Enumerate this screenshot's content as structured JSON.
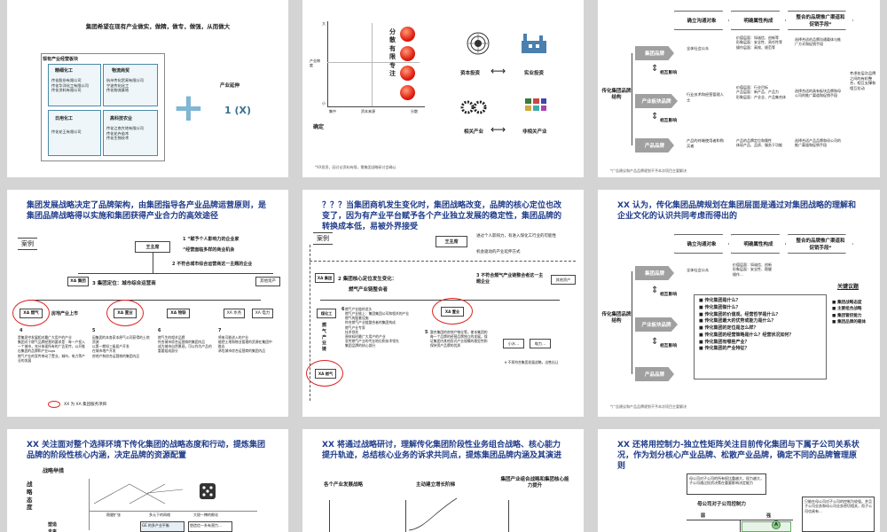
{
  "s1": {
    "title": "集团希望在现有产业做实，做精，做专，做强，从而做大",
    "panel_label": "现有产业经营板块",
    "pieces": [
      {
        "name": "精细化工",
        "lines": [
          "传化股份有限公司",
          "传化华洋化工有限公司",
          "传化涂料有限公司"
        ]
      },
      {
        "name": "物流商贸",
        "lines": [
          "杭州传化贸易有限公司",
          "宁波传化化工",
          "传化物流基地"
        ]
      },
      {
        "name": "日用化工",
        "lines": [
          "传化花王有限公司"
        ]
      },
      {
        "name": "高科技农业",
        "lines": [
          "传化江南大地有限公司",
          "传化花卉苗木",
          "传化生物技术"
        ]
      }
    ],
    "plus": "+",
    "ext_label": "产业延伸",
    "ext_value": "1 (X)"
  },
  "s2": {
    "y_label": "产业跨度",
    "y_high": "大",
    "y_low": "小",
    "x_low": "集中",
    "x_mid": "资本来源",
    "x_high": "分散",
    "vertical_text": "分散有限专注",
    "confirm": "确定",
    "capital": "资本投资",
    "industry": "实业投资",
    "related": "相关产业",
    "unrelated": "非相关产业",
    "note": "*XX投资，因讨论资料有限，需集团战略研讨会确认"
  },
  "s3": {
    "chevrons": [
      "确立沟通对象",
      "明确属性构成",
      "整合的品牌推广渠道和促销手段*"
    ],
    "left": "传化集团品牌结构",
    "rows": [
      "集团品牌",
      "产业板块品牌",
      "产品品牌"
    ],
    "rel": "相互影响",
    "c1": [
      "全体社会公众",
      "行业技术和经营管理人士",
      "产品的终端使用者和购买者"
    ],
    "c2": [
      "价值层面：如诚信、创新等\n形象层面：安全性、责任性等\n操作层面：高效、规范等",
      "价值层面：行业目标\n产品层面：新产品、产品力\n形象层面：产业全、产品集合体",
      "产品的品牌定位和属性\n体现产品、品质、服务于功能"
    ],
    "c3": [
      "选择合适的品牌沟通载体与推广方式和促销手段",
      "选择合适的具有板块品牌和母公司的推广渠道和促销手段",
      "选择合适产品品牌和母公司的推广渠道和促销手段"
    ],
    "c4": "考虑各层次品牌之间的有机整合，相互支撑和相互拉动",
    "foot": "*广告建议和产品品牌规划不予本次项目主要解决"
  },
  "s4": {
    "title": "集团发展战略决定了品牌架构，由集团指导各产业品牌运营原则，是集团品牌战略得以实施和集团获得产业合力的高效途径",
    "example": "案例",
    "notes": [
      "“赋予个人影响力的企业家",
      "“经营面临多样的商业机会"
    ],
    "top_box": "王主席",
    "step2": "不符合城市综合运营商这一主题的企业",
    "step3": "集团定位：城市综合运营商",
    "xa_group": "XA 集团",
    "other": "其他资产",
    "mid_label": "房地产业上市",
    "subs": [
      "XA 燃气",
      "XA 置业",
      "XA 物联",
      "XA 水务",
      "XA 电力"
    ],
    "nums": [
      "4",
      "5",
      "6",
      "7"
    ],
    "col_notes": [
      "是集团中发展相对最广大用户的产业\n集团对于燃气品牌经营的要求是：每一户投入一个城市，充分体现所有的广告宣传，公开推出集团的品牌和产业logo\n燃气产业的宣传带动了置业，城市，电力等产业的发展",
      "因集团的本各家本原气公司获得的土地资源\n以第一期如三级居产开发\n在城市地产开发\n房地产和综合运营商的集团内品",
      "燃气生的相关品牌\n符合城市综合运营商的集团内品\n成为城市自然景观，可以作为产品的重要组成部分",
      "将来可能进入的产业\n能把土地和物业管理的资源在集团中推出\n承包城市综合运营商的集团内品"
    ],
    "legend": "XX 为 XA 集团服务项目"
  },
  "s5": {
    "title": "？？？当集团商机发生变化时，集团战略改变，品牌的核心定位也改变了，因为有产业平台赋予各个产业独立发展的稳定性，集团品牌的转换成本低，易被外界接受",
    "example": "案例",
    "top_box": "王主席",
    "notes": [
      "进过个人影响力，有进入煤化工行业的可能性",
      "机会驱动的产业延伸方式"
    ],
    "xa_group": "XA 集团",
    "step2": "集团核心定位发生变化：",
    "step2b": "燃气产业链整合者",
    "step3": "不符合燃气产业链整合者这一主题企业",
    "other": "其他资产",
    "coal": "煤化工",
    "xa_estate": "XA 置业",
    "xa_gas": "XA 燃气",
    "chain": "燃气产业链",
    "list1": [
      "燃气产业链的龙头",
      "燃气产业链上：集团集团公司和相关的产业",
      "燃气的配套设施",
      "符合燃气产业链整合者的集团构成",
      "燃气产业专家",
      "技术领先",
      "原材料时最广大用户的产业",
      "宣传燃气产业的专业地位和技术领先",
      "集团品牌的核心部分"
    ],
    "list2": "整合集团的房地产物业等，使本集团的每一个品牌的经营品牌独立的发展，保证集团内其他形式产业规模的稳定性和保持资产品牌的优质",
    "dots1": "小水…",
    "dots2": "电力…",
    "n6": "6",
    "n5": "5",
    "right_note": "不再符合集团发展战略，出售出让"
  },
  "s6": {
    "title": "XX 认为，传化集团品牌规划在集团层面是通过对集团战略的理解和企业文化的认识共同考虑而得出的",
    "chevrons": [
      "确立沟通对象",
      "明确属性构成",
      "整合的品牌推广渠道和促销手段*"
    ],
    "left": "传化集团品牌结构",
    "rows": [
      "集团品牌",
      "产业板块品牌",
      "产品品牌"
    ],
    "rel": "相互影响",
    "c1": "全体社会公众",
    "c2": "价值层面：如诚信、创新\n形象层面：安全性、稳健\n操作…",
    "questions": [
      "传化集团是什么？",
      "传化集团做什么？",
      "传化集团的价值观，经营哲学是什么？",
      "传化集团最大的优势或能力是什么？",
      "传化集团的定位是怎么样？",
      "传化集团的经营策略是什么？经营状况如何？",
      "传化集团有哪些产业？",
      "传化集团的产业特征？"
    ],
    "key_title": "关键议题",
    "keys": [
      "集团战略态度",
      "主要组合战略",
      "集团管控能力",
      "集团品牌的载体"
    ],
    "foot": "*广告建议和产品品牌规划不予本次项目主要解决"
  },
  "s7": {
    "title": "XX 关注面对整个选择环境下传化集团的战略态度和行动，提炼集团品牌的阶段性核心内涵，决定品牌的资源配置",
    "matrix_title": "战略举措",
    "y_label": "战略态度",
    "bottom_labels": [
      "塑造",
      "未来"
    ],
    "col_heads": [
      "稳健扩张",
      "多元下的网络",
      "大胆一搏的孵化"
    ],
    "cells": [
      "GE 的多产业平衡",
      "塑造信一系有潜力…"
    ]
  },
  "s8": {
    "title": "XX 将通过战略研讨，理解传化集团阶段性业务组合战略、核心能力提升轨迹，总结核心业务的诉求共同点，提炼集团品牌内涵及其演进",
    "cols": [
      "各个产业发展战略",
      "主动建立增长阶梯",
      "集团产业组合战略和集团核心能力提升"
    ]
  },
  "s9": {
    "title": "XX 还将用控制力-独立性矩阵关注目前传化集团与下属子公司关系状况，作为划分核心产业品牌、松散产业品牌，确定不同的品牌管理原则",
    "top_box": "母公司对子公司的所有权比重越大，权力越大，子公司通过投资决策在重要影响决定能力",
    "mid": "母公司对子公司控制力",
    "weak": "弱",
    "strong": "强",
    "a": "A",
    "right": "只能在母公司对子公司的控制为较强，并且子公司业务和母公司业务密切相关，而子公司也具有…"
  }
}
